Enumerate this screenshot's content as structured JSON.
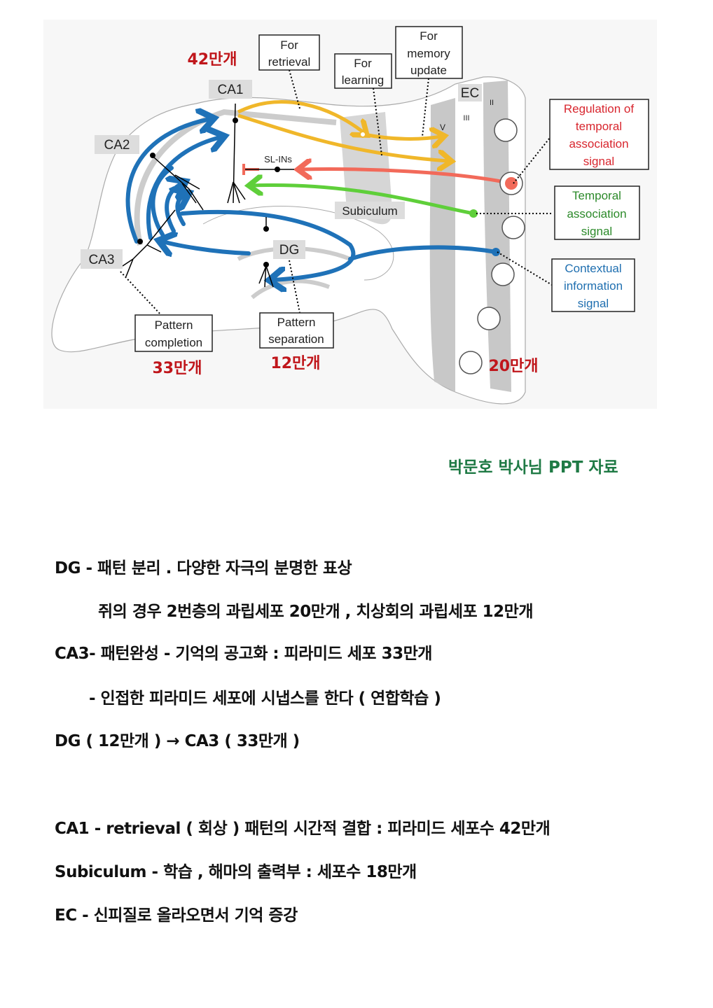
{
  "diagram": {
    "regions": {
      "ca1": "CA1",
      "ca2": "CA2",
      "ca3": "CA3",
      "dg": "DG",
      "subiculum": "Subiculum",
      "ec": "EC",
      "sl_ins": "SL-INs",
      "ec_layers": [
        "II",
        "III",
        "V"
      ]
    },
    "callouts": {
      "retrieval": [
        "For",
        "retrieval"
      ],
      "learning": [
        "For",
        "learning"
      ],
      "memory_update": [
        "For",
        "memory",
        "update"
      ],
      "pattern_completion": [
        "Pattern",
        "completion"
      ],
      "pattern_separation": [
        "Pattern",
        "separation"
      ],
      "regulation": [
        "Regulation of",
        "temporal",
        "association",
        "signal"
      ],
      "temporal": [
        "Temporal",
        "association",
        "signal"
      ],
      "contextual": [
        "Contextual",
        "information",
        "signal"
      ]
    },
    "counts": {
      "ca1": "42만개",
      "ca3": "33만개",
      "dg": "12만개",
      "ec": "20만개"
    },
    "colors": {
      "count_red": "#c0161b",
      "mossy_blue": "#1f72b8",
      "yellow": "#f0b72a",
      "red_signal": "#f26a5a",
      "green_signal": "#5fcf3a",
      "reg_text": "#d8262e",
      "temporal_text": "#2c8a2a",
      "contextual_text": "#1f6fb0"
    }
  },
  "credit": "박문호 박사님 PPT 자료",
  "notes": [
    "DG -  패턴 분리 . 다양한 자극의 분명한  표상",
    "쥐의 경우  2번층의  과립세포 20만개 , 치상회의 과립세포 12만개",
    "CA3-  패턴완성 -  기억의 공고화  : 피라미드 세포 33만개",
    "- 인접한 피라미드 세포에 시냅스를 한다  ( 연합학습 )",
    "DG ( 12만개 )  →  CA3 ( 33만개 )",
    "CA1 -  retrieval  ( 회상 ) 패턴의 시간적 결합 : 피라미드 세포수 42만개",
    "Subiculum -  학습  ,   해마의 출력부 :  세포수 18만개",
    "EC -  신피질로 올라오면서 기억 증강"
  ]
}
